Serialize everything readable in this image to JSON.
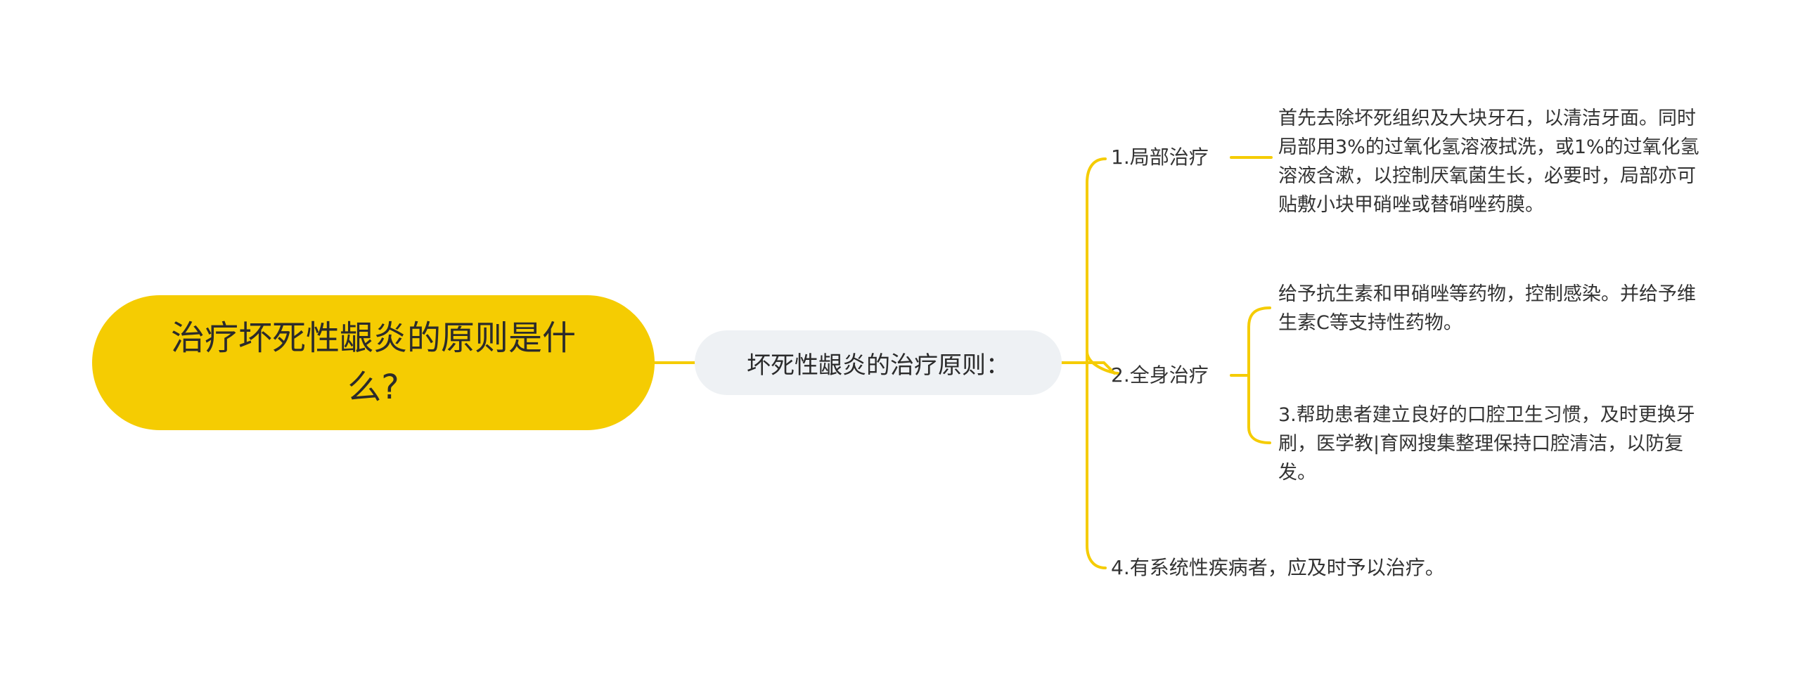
{
  "colors": {
    "accent": "#f5cc02",
    "sub_bg": "#eef1f4",
    "line": "#f5cc02"
  },
  "root": {
    "title": "治疗坏死性龈炎的原则是什么?"
  },
  "topic": {
    "label": "坏死性龈炎的治疗原则："
  },
  "branches": [
    {
      "label": "1.局部治疗"
    },
    {
      "label": "2.全身治疗"
    },
    {
      "label": "4.有系统性疾病者，应及时予以治疗。"
    }
  ],
  "leaves": [
    {
      "text": "首先去除坏死组织及大块牙石，以清洁牙面。同时局部用3%的过氧化氢溶液拭洗，或1%的过氧化氢溶液含漱，以控制厌氧菌生长，必要时，局部亦可贴敷小块甲硝唑或替硝唑药膜。"
    },
    {
      "text": "给予抗生素和甲硝唑等药物，控制感染。并给予维生素C等支持性药物。"
    },
    {
      "text": "3.帮助患者建立良好的口腔卫生习惯，及时更换牙刷，医学教|育网搜集整理保持口腔清洁，以防复发。"
    }
  ]
}
